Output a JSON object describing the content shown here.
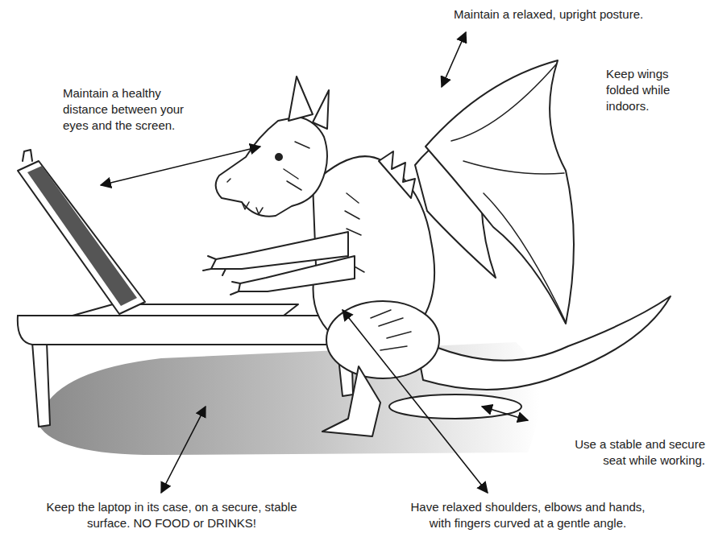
{
  "diagram": {
    "labels": [
      "Maintain a relaxed, upright posture.",
      "Keep wings folded while indoors.",
      "Maintain a healthy distance between your eyes and the screen.",
      "Use a stable and secure seat while working.",
      "Keep the laptop in its case, on a secure, stable surface. NO FOOD or DRINKS!",
      "Have relaxed shoulders, elbows and hands, with fingers curved at a gentle angle."
    ]
  }
}
